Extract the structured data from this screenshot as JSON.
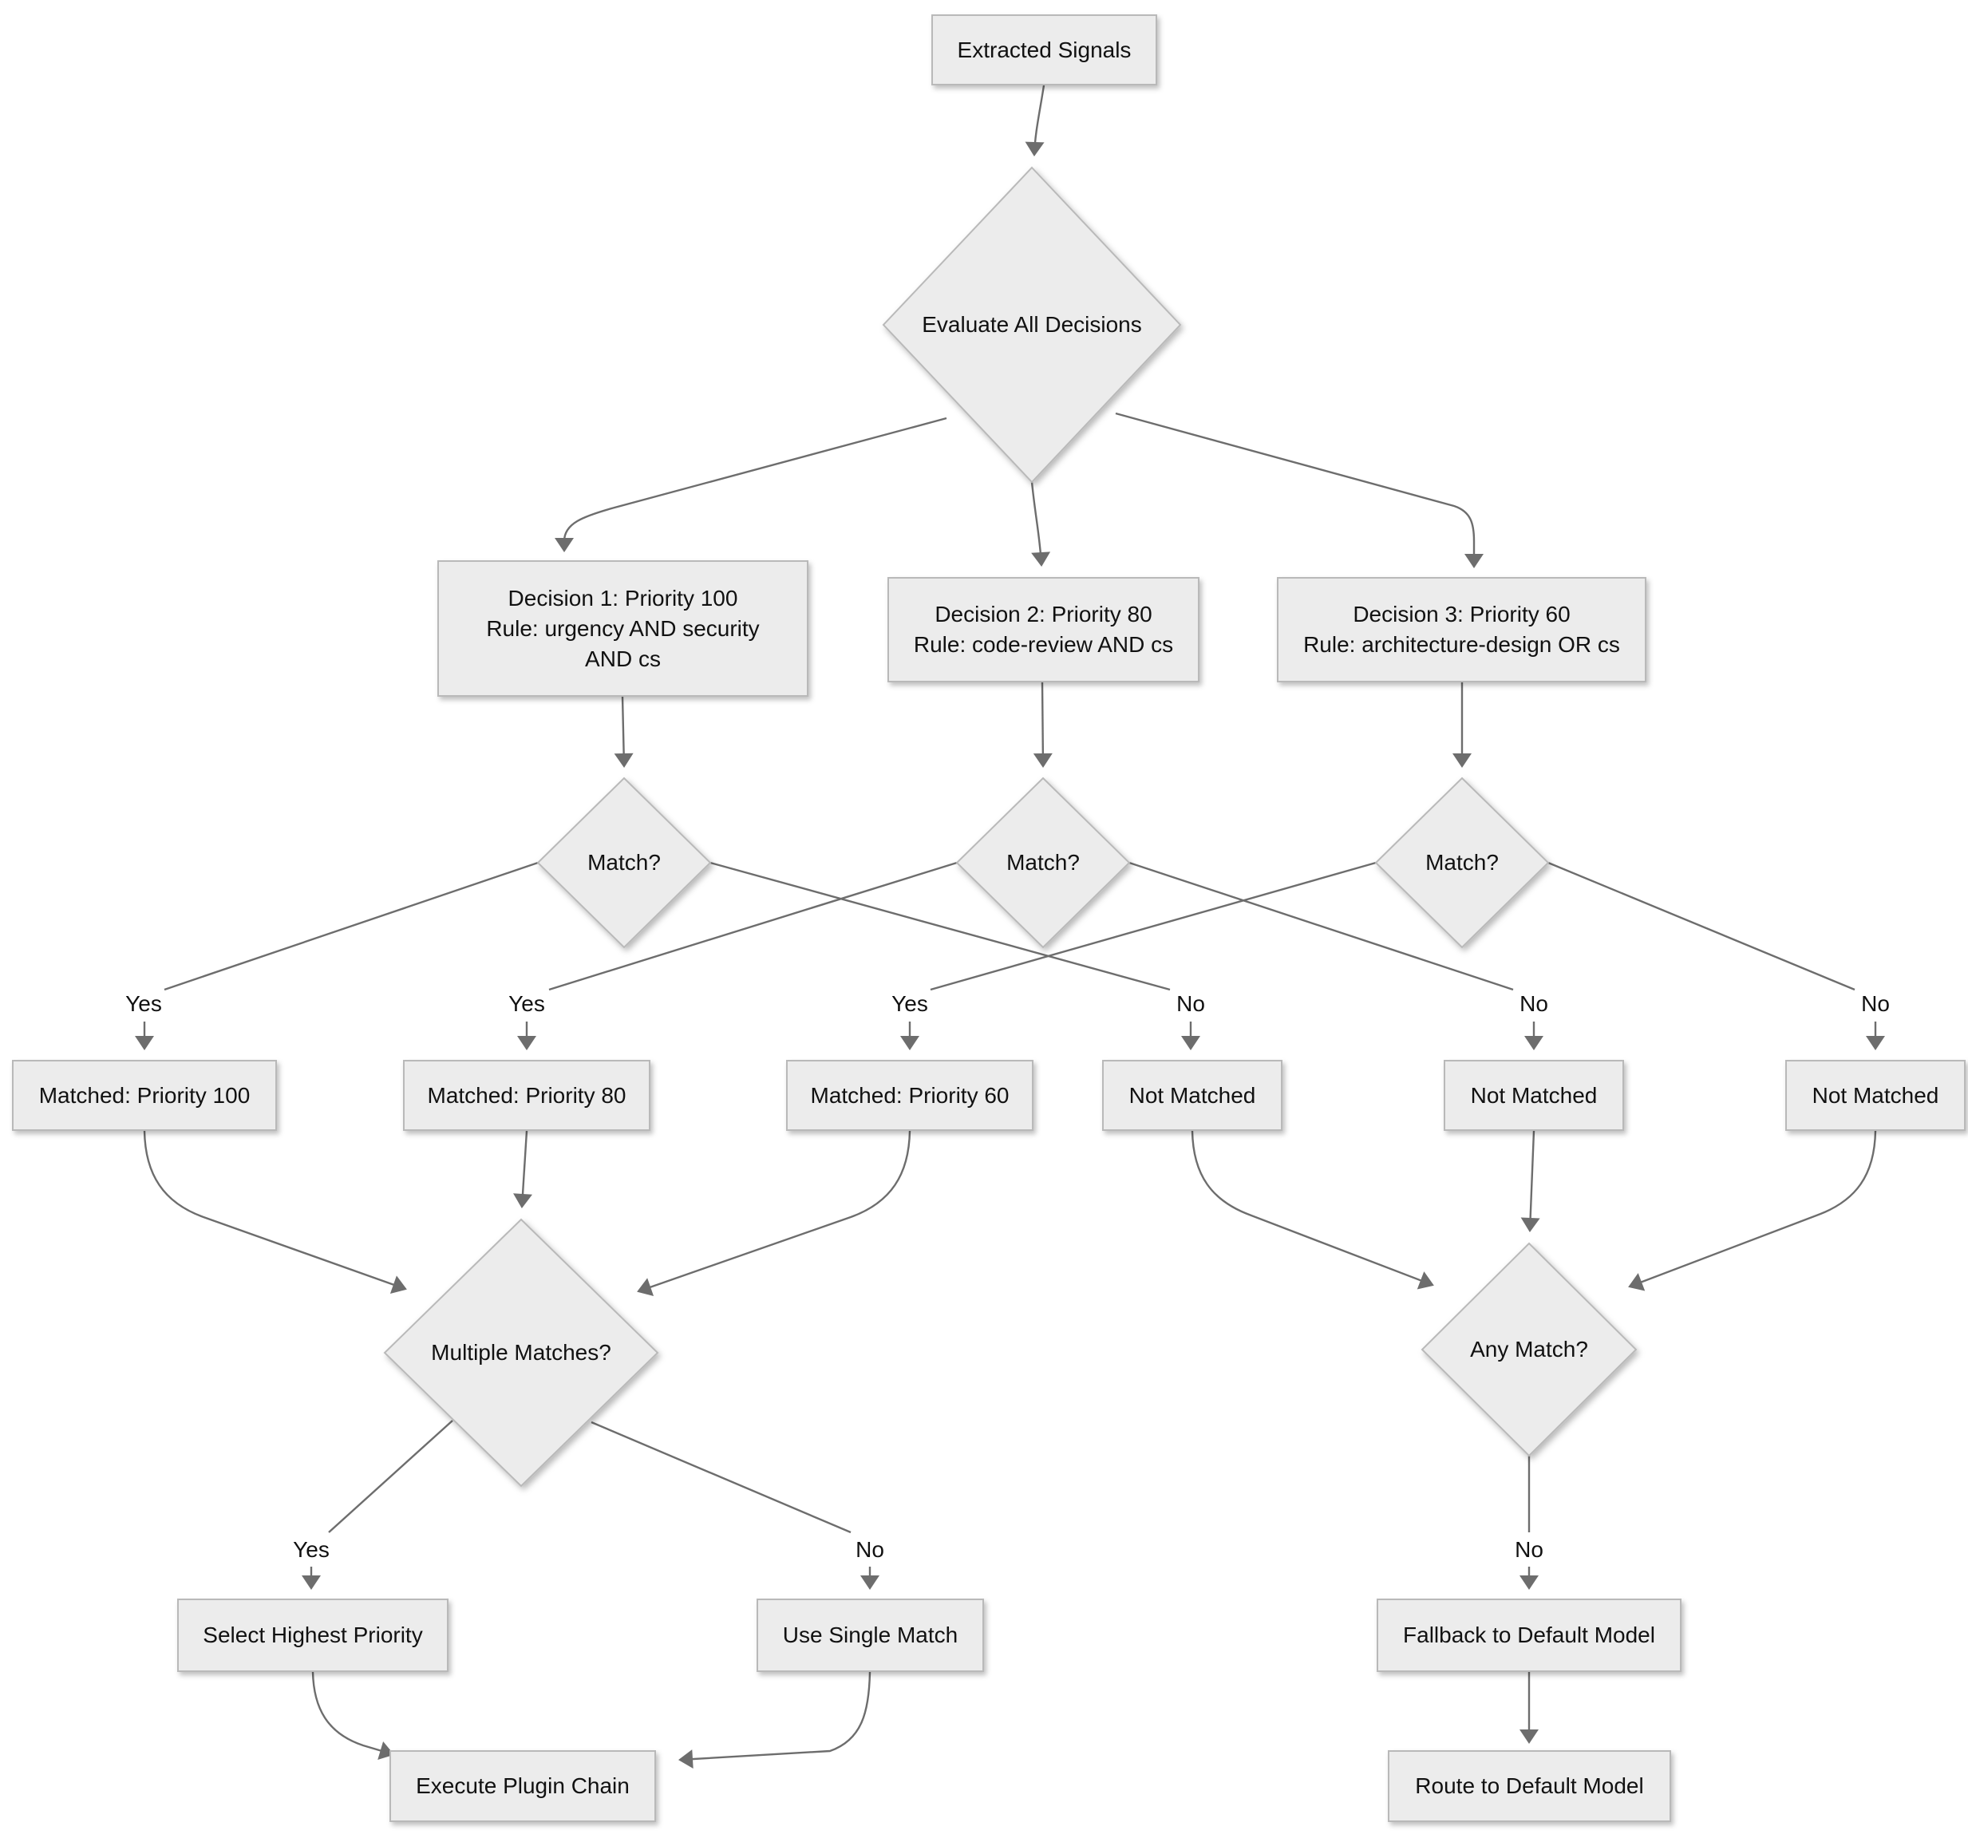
{
  "nodes": {
    "extracted_signals": {
      "label": "Extracted Signals"
    },
    "evaluate_all_decisions": {
      "label": "Evaluate All Decisions"
    },
    "decision1": {
      "lines": [
        "Decision 1: Priority 100",
        "Rule: urgency AND security",
        "AND cs"
      ]
    },
    "decision2": {
      "lines": [
        "Decision 2: Priority 80",
        "Rule: code-review AND cs"
      ]
    },
    "decision3": {
      "lines": [
        "Decision 3: Priority 60",
        "Rule: architecture-design OR cs"
      ]
    },
    "match1": {
      "label": "Match?"
    },
    "match2": {
      "label": "Match?"
    },
    "match3": {
      "label": "Match?"
    },
    "matched_priority_100": {
      "label": "Matched: Priority 100"
    },
    "matched_priority_80": {
      "label": "Matched: Priority 80"
    },
    "matched_priority_60": {
      "label": "Matched: Priority 60"
    },
    "not_matched_1": {
      "label": "Not Matched"
    },
    "not_matched_2": {
      "label": "Not Matched"
    },
    "not_matched_3": {
      "label": "Not Matched"
    },
    "multiple_matches": {
      "label": "Multiple Matches?"
    },
    "any_match": {
      "label": "Any Match?"
    },
    "select_highest_priority": {
      "label": "Select Highest Priority"
    },
    "use_single_match": {
      "label": "Use Single Match"
    },
    "fallback_to_default": {
      "label": "Fallback to Default Model"
    },
    "execute_plugin_chain": {
      "label": "Execute Plugin Chain"
    },
    "route_to_default": {
      "label": "Route to Default Model"
    }
  },
  "edge_labels": {
    "yes": "Yes",
    "no": "No"
  },
  "colors": {
    "node_fill": "#ececec",
    "node_border": "#b9b9b9",
    "edge": "#6d6d6d",
    "text": "#111111",
    "background": "#ffffff"
  }
}
